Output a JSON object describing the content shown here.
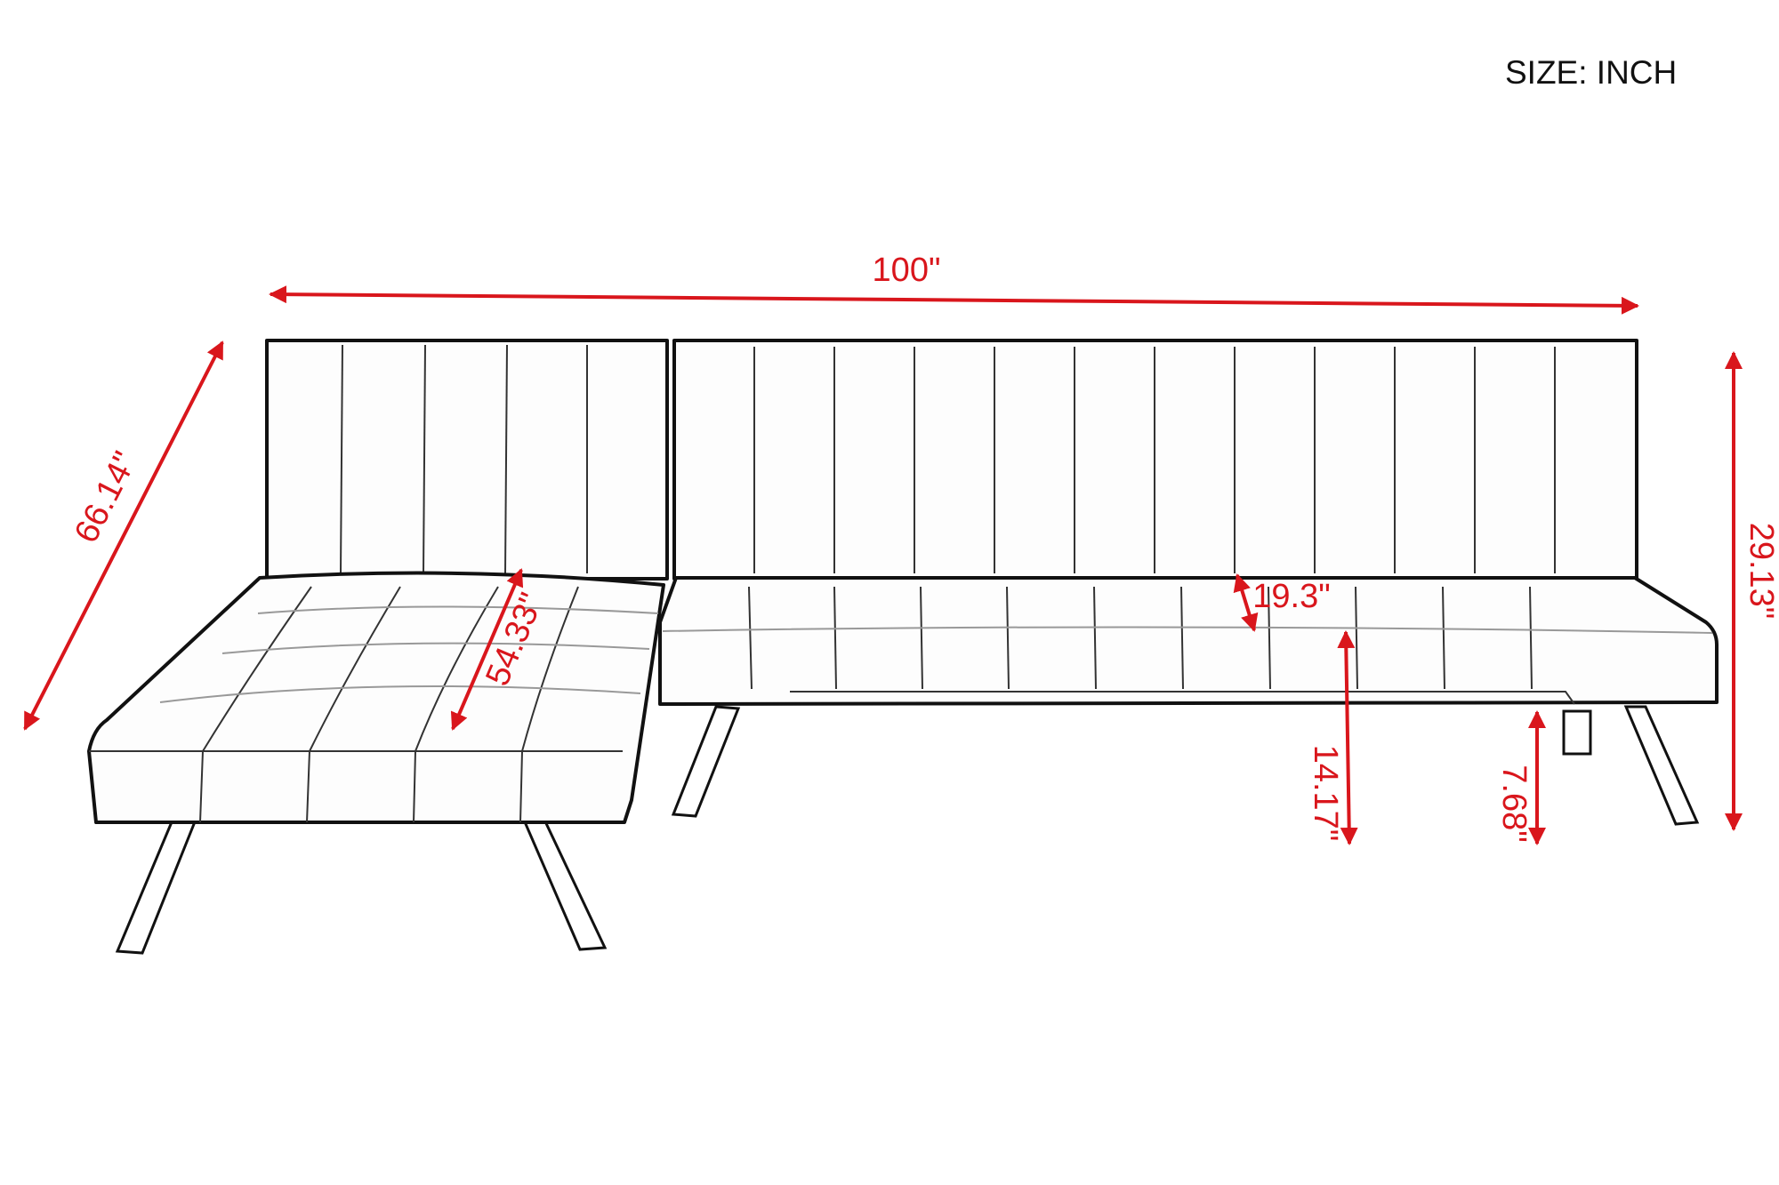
{
  "unit_label": "SIZE: INCH",
  "dimensions": {
    "overall_width": "100\"",
    "chaise_depth": "66.14\"",
    "chaise_seat_depth": "54.33\"",
    "seat_depth": "19.3\"",
    "seat_height": "14.17\"",
    "clearance_height": "7.68\"",
    "overall_height": "29.13\""
  },
  "colors": {
    "dimension": "#d9161c",
    "outline": "#111111"
  }
}
